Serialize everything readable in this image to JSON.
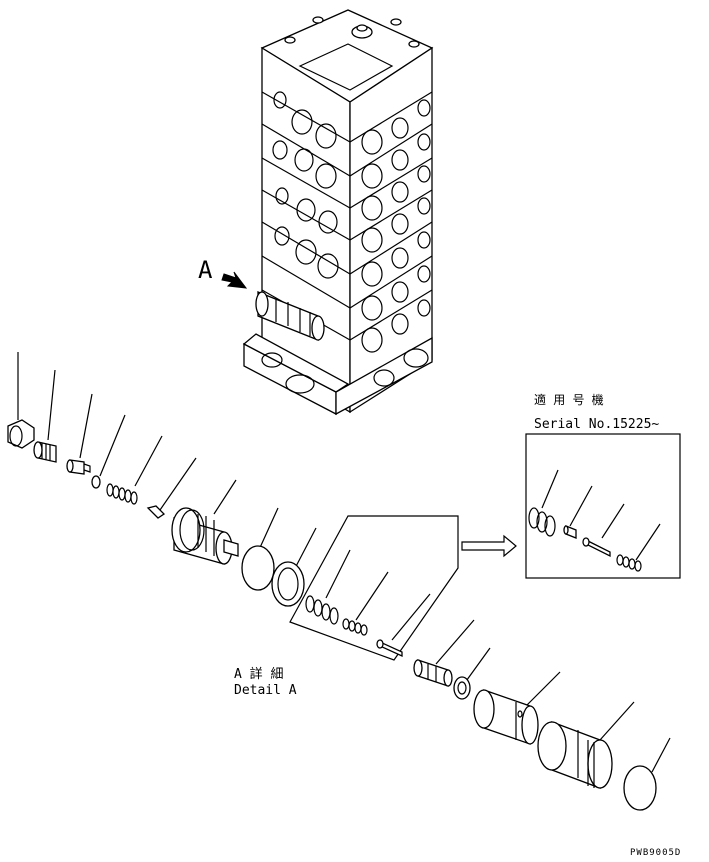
{
  "view_label": "A",
  "detail_caption": {
    "jp": "A 詳 細",
    "en": "Detail A"
  },
  "serial_box": {
    "jp": "適 用 号 機",
    "en": "Serial No.15225~"
  },
  "drawing_code": "PWB9005D"
}
